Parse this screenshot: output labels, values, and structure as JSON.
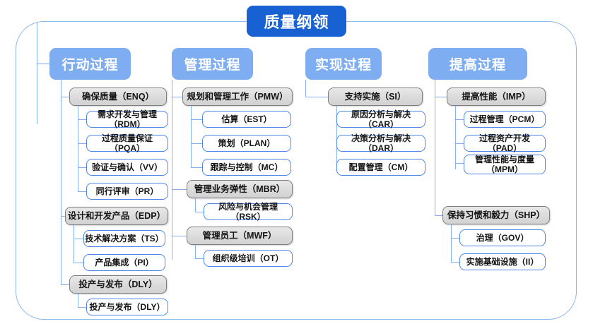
{
  "title": "质量纲领",
  "columns": [
    {
      "header": "行动过程",
      "groups": [
        {
          "label": "确保质量（ENQ）",
          "items": [
            "需求开发与管理（RDM）",
            "过程质量保证（PQA）",
            "验证与确认（VV）",
            "同行评审（PR）"
          ]
        },
        {
          "label": "设计和开发产品（EDP）",
          "items": [
            "技术解决方案（TS）",
            "产品集成（PI）"
          ]
        },
        {
          "label": "投产与发布（DLY）",
          "items": [
            "投产与发布（DLY）"
          ]
        }
      ]
    },
    {
      "header": "管理过程",
      "groups": [
        {
          "label": "规划和管理工作（PMW）",
          "items": [
            "估算（EST）",
            "策划（PLAN）",
            "跟踪与控制（MC）"
          ]
        },
        {
          "label": "管理业务弹性（MBR）",
          "items": [
            "风险与机会管理（RSK）"
          ]
        },
        {
          "label": "管理员工（MWF）",
          "items": [
            "组织级培训（OT）"
          ]
        }
      ]
    },
    {
      "header": "实现过程",
      "groups": [
        {
          "label": "支持实施（SI）",
          "items": [
            "原因分析与解决（CAR）",
            "决策分析与解决（DAR）",
            "配置管理（CM）"
          ]
        }
      ]
    },
    {
      "header": "提高过程",
      "groups": [
        {
          "label": "提高性能（IMP）",
          "items": [
            "过程管理（PCM）",
            "过程资产开发（PAD）",
            "管理性能与度量\n（MPM）"
          ]
        },
        {
          "label": "保持习惯和毅力（SHP）",
          "items": [
            "治理（GOV）",
            "实施基础设施（II）"
          ]
        }
      ]
    }
  ],
  "colors": {
    "title_bg": "#1761D2",
    "header_bg": "#7FADF2",
    "frame_border": "#8FB8EE",
    "leaf_border": "#4C86E8",
    "group_border": "#7D7D7D",
    "connector": "#86B0EE"
  }
}
